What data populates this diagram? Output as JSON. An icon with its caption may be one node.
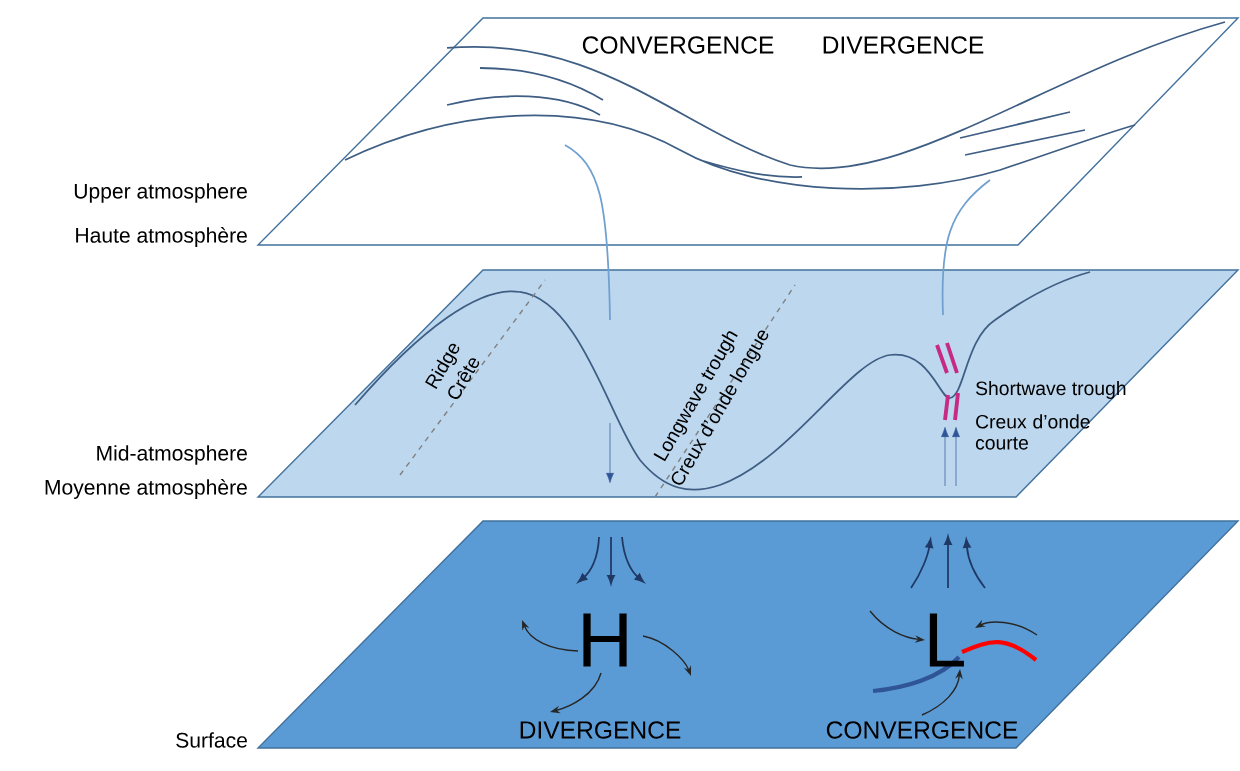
{
  "diagram": {
    "nodes": [
      {
        "text": [
          "CONVERGENCE",
          "DIVERGENCE"
        ],
        "beside": [
          "Upper atmosphere",
          "Haute atmosphère"
        ]
      },
      {
        "text": [
          "Ridge",
          "Crête",
          "Longwave trough",
          "Creux d’onde longue",
          "Shortwave trough",
          "Creux d’onde courte"
        ],
        "beside": [
          "Mid-atmosphere",
          "Moyenne atmosphère"
        ]
      },
      {
        "text": [
          "H",
          "DIVERGENCE",
          "L",
          "CONVERGENCE"
        ],
        "beside": [
          "Surface"
        ]
      }
    ],
    "edges": [
      {
        "from": 0,
        "to": 1,
        "arrow": "none"
      },
      {
        "from": 0,
        "to": 1,
        "arrow": "none"
      }
    ]
  }
}
